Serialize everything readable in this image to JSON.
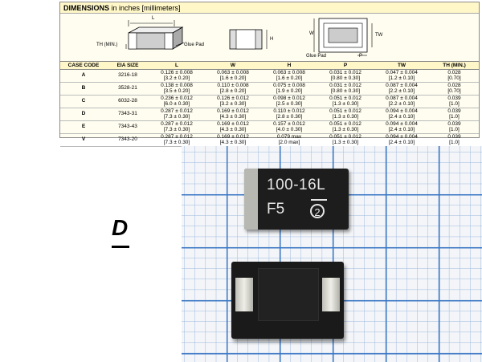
{
  "dimensions": {
    "title": "DIMENSIONS",
    "unit": "in inches [millimeters]",
    "diagram_labels": {
      "l": "L",
      "th_min": "TH (MIN.)",
      "glue_pad_1": "Glue Pad",
      "h": "H",
      "w": "W",
      "tw": "TW",
      "glue_pad_2": "Glue Pad",
      "p": "P"
    },
    "columns": [
      "CASE CODE",
      "EIA SIZE",
      "L",
      "W",
      "H",
      "P",
      "TW",
      "TH (MIN.)"
    ],
    "rows": [
      {
        "case": "A",
        "eia": "3216-18",
        "l1": "0.126 ± 0.008",
        "l2": "[3.2 ± 0.20]",
        "w1": "0.063 ± 0.008",
        "w2": "[1.6 ± 0.20]",
        "h1": "0.063 ± 0.008",
        "h2": "[1.6 ± 0.20]",
        "p1": "0.031 ± 0.012",
        "p2": "[0.80 ± 0.30]",
        "tw1": "0.047 ± 0.004",
        "tw2": "[1.2 ± 0.10]",
        "th1": "0.028",
        "th2": "[0.70]"
      },
      {
        "case": "B",
        "eia": "3528-21",
        "l1": "0.138 ± 0.008",
        "l2": "[3.5 ± 0.20]",
        "w1": "0.110 ± 0.008",
        "w2": "[2.8 ± 0.20]",
        "h1": "0.075 ± 0.008",
        "h2": "[1.9 ± 0.20]",
        "p1": "0.031 ± 0.012",
        "p2": "[0.80 ± 0.30]",
        "tw1": "0.087 ± 0.004",
        "tw2": "[2.2 ± 0.10]",
        "th1": "0.028",
        "th2": "[0.70]"
      },
      {
        "case": "C",
        "eia": "6032-28",
        "l1": "0.236 ± 0.012",
        "l2": "[6.0 ± 0.30]",
        "w1": "0.126 ± 0.012",
        "w2": "[3.2 ± 0.30]",
        "h1": "0.098 ± 0.012",
        "h2": "[2.5 ± 0.30]",
        "p1": "0.051 ± 0.012",
        "p2": "[1.3 ± 0.30]",
        "tw1": "0.087 ± 0.004",
        "tw2": "[2.2 ± 0.10]",
        "th1": "0.039",
        "th2": "[1.0]"
      },
      {
        "case": "D",
        "eia": "7343-31",
        "l1": "0.287 ± 0.012",
        "l2": "[7.3 ± 0.30]",
        "w1": "0.169 ± 0.012",
        "w2": "[4.3 ± 0.30]",
        "h1": "0.110 ± 0.012",
        "h2": "[2.8 ± 0.30]",
        "p1": "0.051 ± 0.012",
        "p2": "[1.3 ± 0.30]",
        "tw1": "0.094 ± 0.004",
        "tw2": "[2.4 ± 0.10]",
        "th1": "0.039",
        "th2": "[1.0]"
      },
      {
        "case": "E",
        "eia": "7343-43",
        "l1": "0.287 ± 0.012",
        "l2": "[7.3 ± 0.30]",
        "w1": "0.169 ± 0.012",
        "w2": "[4.3 ± 0.30]",
        "h1": "0.157 ± 0.012",
        "h2": "[4.0 ± 0.30]",
        "p1": "0.051 ± 0.012",
        "p2": "[1.3 ± 0.30]",
        "tw1": "0.094 ± 0.004",
        "tw2": "[2.4 ± 0.10]",
        "th1": "0.039",
        "th2": "[1.0]"
      },
      {
        "case": "V",
        "eia": "7343-20",
        "l1": "0.287 ± 0.012",
        "l2": "[7.3 ± 0.30]",
        "w1": "0.169 ± 0.012",
        "w2": "[4.3 ± 0.30]",
        "h1": "0.079 max",
        "h2": "[2.0 max]",
        "p1": "0.051 ± 0.012",
        "p2": "[1.3 ± 0.30]",
        "tw1": "0.094 ± 0.004",
        "tw2": "[2.4 ± 0.10]",
        "th1": "0.039",
        "th2": "[1.0]"
      }
    ]
  },
  "case_label": "D",
  "chip_marking": {
    "line1": "100-16L",
    "line2": "F5",
    "circle": "2"
  },
  "colors": {
    "header_bg": "#fff7c8",
    "grid_blue": "#3a76c4",
    "chip_black": "#1d1d1d"
  }
}
